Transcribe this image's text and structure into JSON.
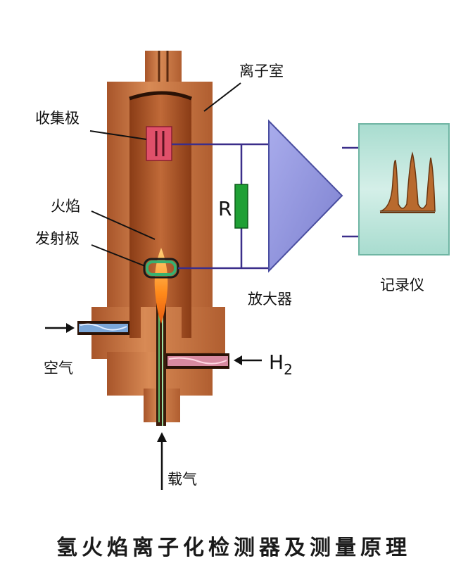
{
  "labels": {
    "ion_chamber": "离子室",
    "collector": "收集极",
    "flame": "火焰",
    "emitter": "发射极",
    "resistor": "R",
    "amplifier": "放大器",
    "recorder": "记录仪",
    "air": "空气",
    "hydrogen": "H",
    "hydrogen_sub": "2",
    "carrier_gas": "载气"
  },
  "caption": "氢火焰离子化检测器及测量原理",
  "colors": {
    "body": "#c8703e",
    "body_dark": "#7a3a18",
    "wire": "#3b2e8a",
    "amplifier": "#8f93d8",
    "resistor": "#1fa035",
    "recorder_bg": "#bfe6dc",
    "collector": "#e0506a",
    "emitter": "#38b070",
    "flame": "#ff9a2a"
  }
}
